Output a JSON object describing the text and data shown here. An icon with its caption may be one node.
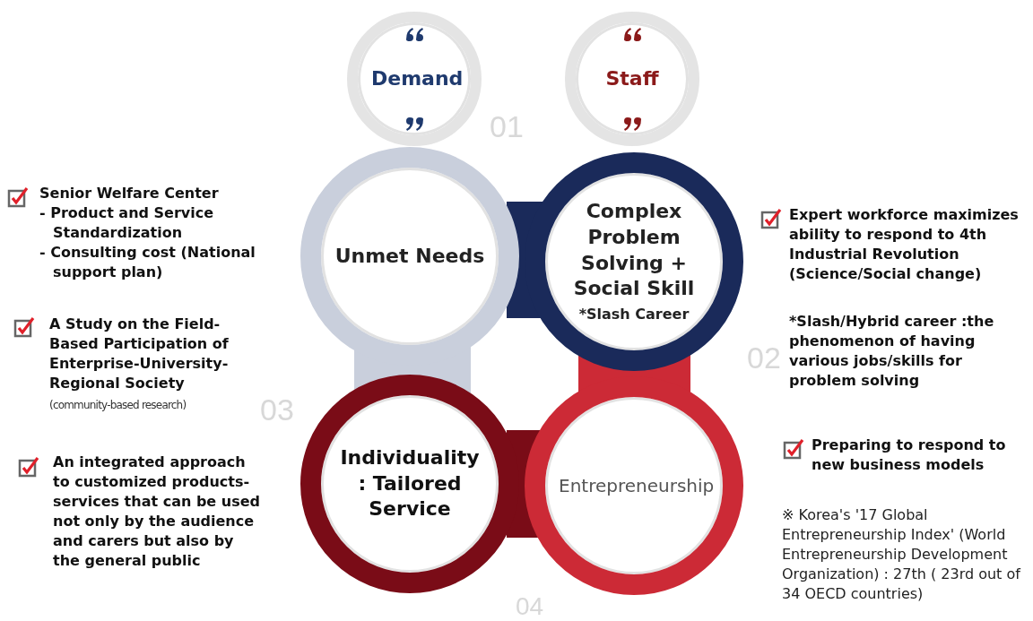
{
  "diagram": {
    "nodes": [
      {
        "text": [
          "Demand"
        ]
      },
      {
        "text": [
          "Staff"
        ]
      },
      {
        "text": [
          "Unmet Needs"
        ],
        "beside": [
          "01"
        ]
      },
      {
        "text": [
          "Complex Problem Solving + Social Skill",
          "*Slash Career"
        ],
        "beside": [
          "02"
        ]
      },
      {
        "text": [
          "Individuality : Tailored Service"
        ],
        "beside": [
          "03"
        ]
      },
      {
        "text": [
          "Entrepreneurship"
        ],
        "beside": [
          "04"
        ]
      }
    ],
    "labels": [
      "Senior Welfare Center",
      "- Product and Service Standardization",
      "- Consulting cost (National support plan)",
      "A Study on the Field-Based Participation of Enterprise-University-Regional Society",
      "(community-based research)",
      "An integrated approach to customized products-services that can be used not only by the audience and carers but also by the general public",
      "Expert workforce maximizes ability to respond to 4th Industrial Revolution (Science/Social change)",
      "*Slash/Hybrid career :the phenomenon of having various jobs/skills for problem solving",
      "Preparing to respond to new business models",
      "※ Korea's '17 Global Entrepreneurship Index' (World Entrepreneurship Development Organization) : 27th ( 23rd out of 34 OECD countries)"
    ]
  }
}
